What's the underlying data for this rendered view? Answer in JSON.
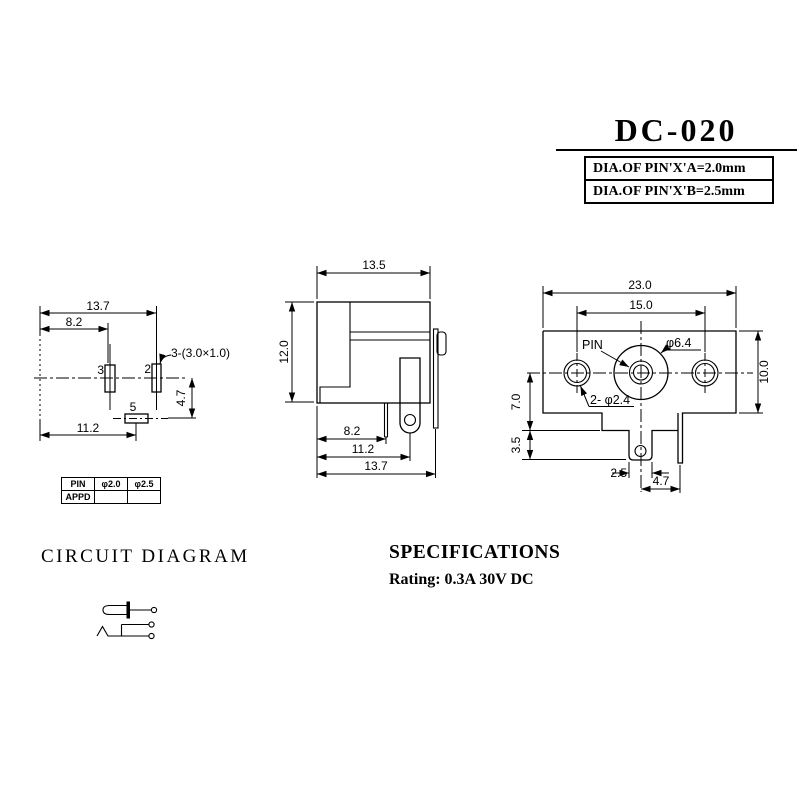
{
  "title": "DC-020",
  "spec_box": {
    "rows": [
      "DIA.OF PIN'X'A=2.0mm",
      "DIA.OF PIN'X'B=2.5mm"
    ]
  },
  "bottom_view": {
    "dim_width_total": "13.7",
    "dim_width_pin3": "8.2",
    "pin_note": "3-(3.0×1.0)",
    "pin3_label": "3",
    "pin2_label": "2",
    "pin5_label": "5",
    "dim_pin5_offset": "4.7",
    "dim_width_pin5": "11.2"
  },
  "side_view": {
    "dim_body_width": "13.5",
    "dim_body_height": "12.0",
    "dim_pin_a": "8.2",
    "dim_pin_b": "11.2",
    "dim_total": "13.7"
  },
  "front_view": {
    "dim_total_width": "23.0",
    "dim_hole_spacing": "15.0",
    "pin_label": "PIN",
    "dim_boss_dia": "φ6.4",
    "dim_side_holes": "2- φ2.4",
    "dim_height": "10.0",
    "dim_center_height": "7.0",
    "dim_tab_offset": "3.5",
    "dim_tab_width": "2.5",
    "dim_leg_offset": "4.7"
  },
  "pin_table": {
    "r1c1": "PIN",
    "r1c2": "φ2.0",
    "r1c3": "φ2.5",
    "r2c1": "APPD",
    "r2c2": "",
    "r2c3": ""
  },
  "circuit": {
    "heading": "CIRCUIT DIAGRAM"
  },
  "specs": {
    "heading": "SPECIFICATIONS",
    "rating": "Rating: 0.3A 30V DC"
  }
}
